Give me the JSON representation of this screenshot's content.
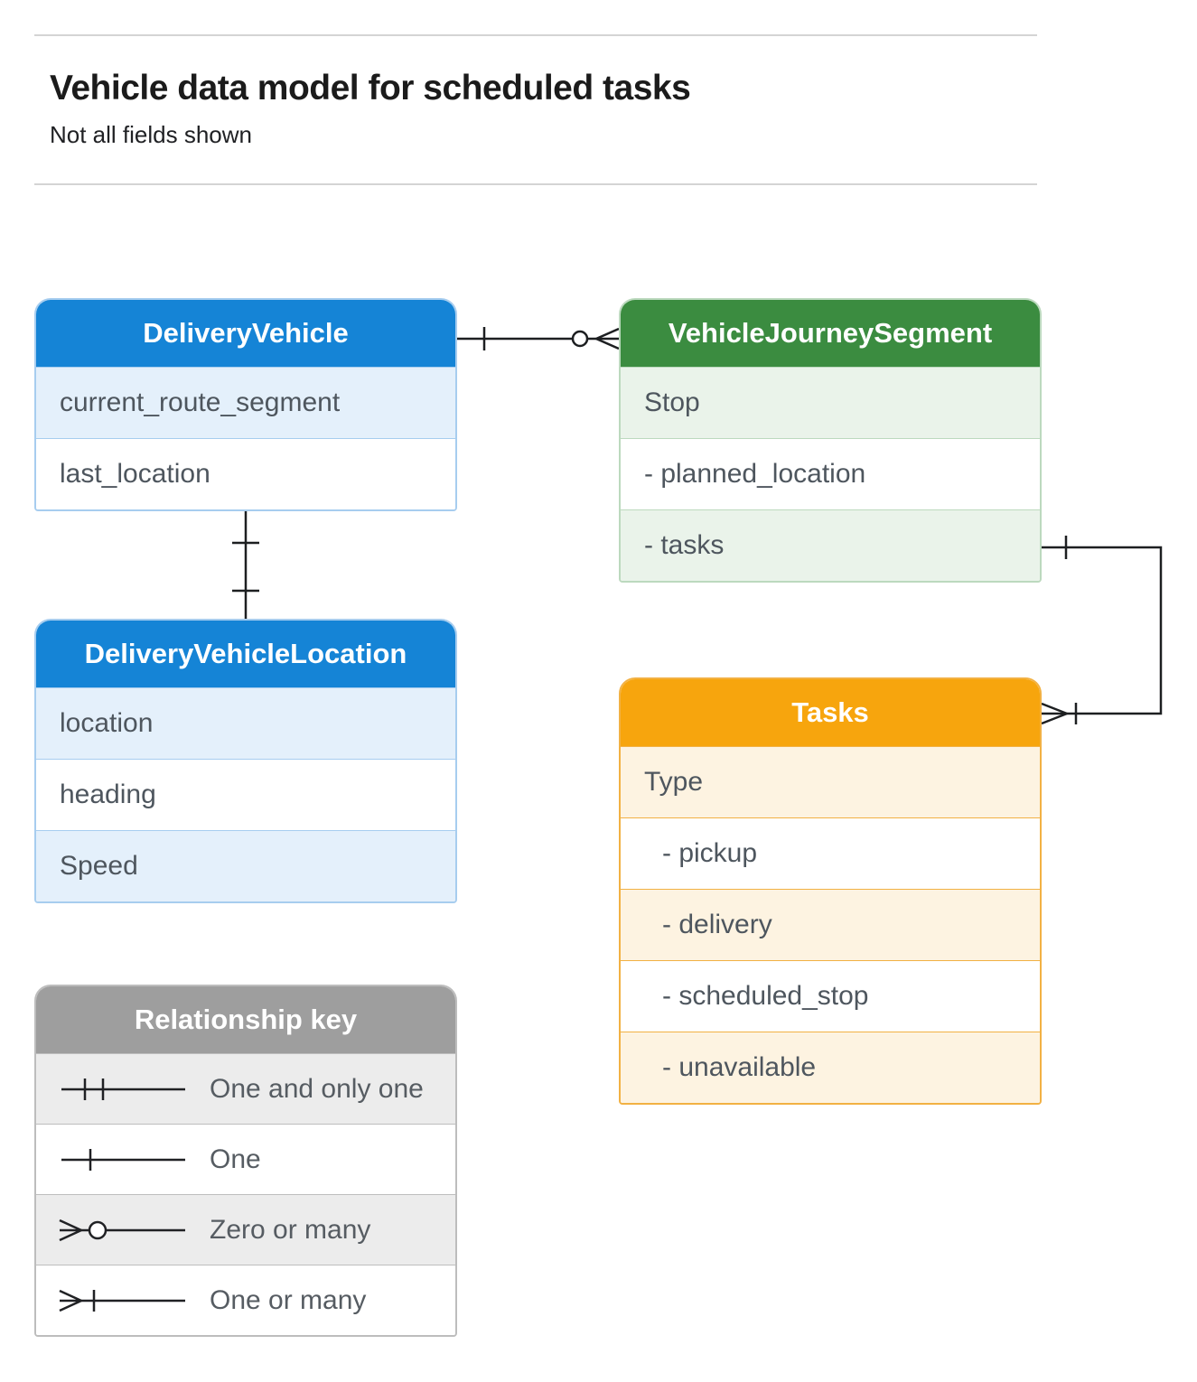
{
  "page": {
    "title": "Vehicle data model for scheduled tasks",
    "subtitle": "Not all fields shown"
  },
  "entities": [
    {
      "title": "DeliveryVehicle",
      "fields": [
        "current_route_segment",
        "last_location"
      ]
    },
    {
      "title": "VehicleJourneySegment",
      "fields": [
        "Stop",
        "- planned_location",
        "- tasks"
      ]
    },
    {
      "title": "DeliveryVehicleLocation",
      "fields": [
        "location",
        "heading",
        "Speed"
      ]
    },
    {
      "title": "Tasks",
      "fields": [
        "Type",
        "- pickup",
        "- delivery",
        "- scheduled_stop",
        "- unavailable"
      ]
    }
  ],
  "legend": {
    "title": "Relationship key",
    "items": [
      {
        "symbol": "one-and-only-one",
        "label": "One and only one"
      },
      {
        "symbol": "one",
        "label": "One"
      },
      {
        "symbol": "zero-or-many",
        "label": "Zero or many"
      },
      {
        "symbol": "one-or-many",
        "label": "One or many"
      }
    ]
  },
  "relationships": [
    {
      "from": "DeliveryVehicle",
      "to": "VehicleJourneySegment",
      "from_cardinality": "one",
      "to_cardinality": "zero-or-many"
    },
    {
      "from": "DeliveryVehicle",
      "to": "DeliveryVehicleLocation",
      "from_cardinality": "one",
      "to_cardinality": "one"
    },
    {
      "from": "VehicleJourneySegment.tasks",
      "to": "Tasks",
      "from_cardinality": "one",
      "to_cardinality": "one-or-many"
    }
  ],
  "colors": {
    "blue_header": "#1584d6",
    "blue_row": "#e4f0fb",
    "green_header": "#3b8c40",
    "green_row": "#eaf3ea",
    "orange_header": "#f7a50d",
    "orange_row": "#fdf3e1",
    "gray_header": "#9e9e9e",
    "gray_row": "#ececec",
    "connector": "#1d1f21"
  }
}
